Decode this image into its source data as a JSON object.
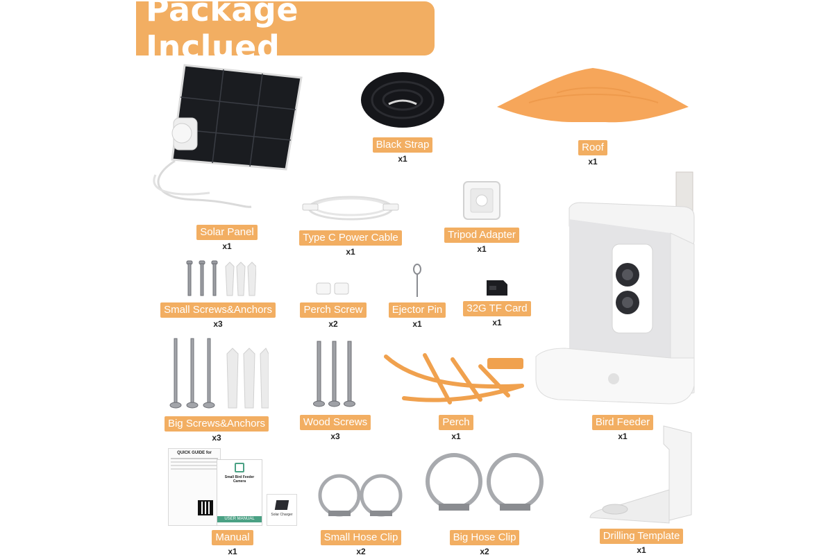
{
  "header": {
    "title": "Package Inclued"
  },
  "items": [
    {
      "name": "Solar Panel",
      "qty": "x1"
    },
    {
      "name": "Black Strap",
      "qty": "x1"
    },
    {
      "name": "Roof",
      "qty": "x1"
    },
    {
      "name": "Type C Power Cable",
      "qty": "x1"
    },
    {
      "name": "Tripod Adapter",
      "qty": "x1"
    },
    {
      "name": "Small Screws&Anchors",
      "qty": "x3"
    },
    {
      "name": "Perch Screw",
      "qty": "x2"
    },
    {
      "name": "Ejector Pin",
      "qty": "x1"
    },
    {
      "name": "32G TF Card",
      "qty": "x1"
    },
    {
      "name": "Big Screws&Anchors",
      "qty": "x3"
    },
    {
      "name": "Wood Screws",
      "qty": "x3"
    },
    {
      "name": "Perch",
      "qty": "x1"
    },
    {
      "name": "Bird Feeder",
      "qty": "x1"
    },
    {
      "name": "Manual",
      "qty": "x1"
    },
    {
      "name": "Small Hose Clip",
      "qty": "x2"
    },
    {
      "name": "Big Hose Clip",
      "qty": "x2"
    },
    {
      "name": "Drilling Template",
      "qty": "x1"
    }
  ],
  "manual": {
    "guide_title": "QUICK GUIDE for",
    "booklet_title": "Small Bird Feeder Camera",
    "booklet_badge": "USER MANUAL",
    "card_caption": "Solar Charger"
  },
  "colors": {
    "accent": "#f2ae62",
    "perch": "#f0a14e",
    "roof": "#f6a65a"
  }
}
